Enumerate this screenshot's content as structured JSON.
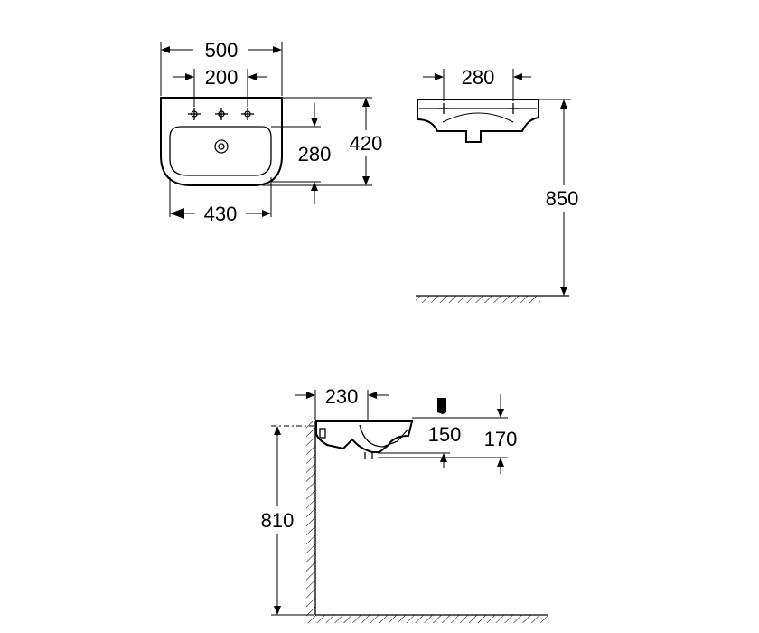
{
  "top_view": {
    "width_overall": "500",
    "tap_hole_spacing": "200",
    "bowl_width": "430",
    "bowl_depth": "280",
    "depth_overall": "420"
  },
  "front_view": {
    "tap_hole_spacing": "280",
    "installation_height": "850"
  },
  "side_view": {
    "wall_to_tap": "230",
    "basin_height": "150",
    "total_height": "170",
    "rim_height_from_floor": "810"
  }
}
